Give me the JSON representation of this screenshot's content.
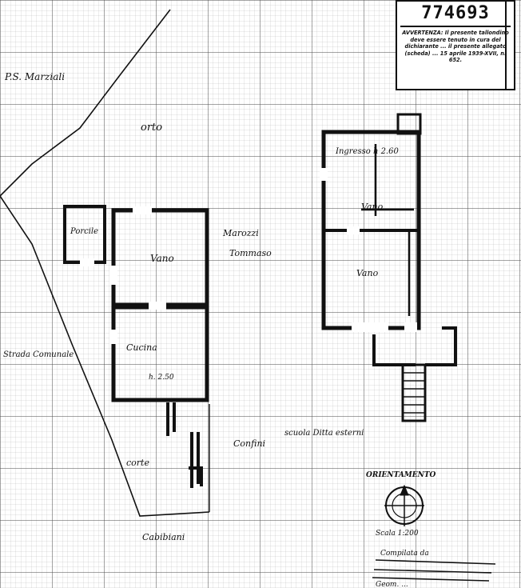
{
  "document": {
    "registration_number": "774693",
    "notice": "AVVERTENZA: Il presente tallondino deve essere tenuto in cura del dichiarante ... il presente allegato (scheda) ... 15 aprile 1939-XVII, n. 652."
  },
  "labels": {
    "neighbor_top": "P.S. Marziali",
    "orto": "orto",
    "porcile": "Porcile",
    "owner_name_1": "Marozzi",
    "owner_name_2": "Tommaso",
    "room_vano_1": "Vano",
    "cucina": "Cucina",
    "cucina_h": "h. 2.50",
    "ingresso": "Ingresso h 2.60",
    "vano_right_1": "Vano",
    "vano_right_2": "Vano",
    "strada": "Strada Comunale",
    "cortile_left": "corte",
    "confini": "Confini",
    "confini_detail": "scuola Ditta esterni",
    "neighbor_bottom": "Cabibiani",
    "orientamento": "ORIENTAMENTO",
    "scala": "Scala 1:200",
    "signature_1": "Compilata da",
    "signature_2": "Geom. ..."
  },
  "colors": {
    "grid": "#8a8a8a",
    "ink": "#111111",
    "paper": "#ffffff"
  }
}
